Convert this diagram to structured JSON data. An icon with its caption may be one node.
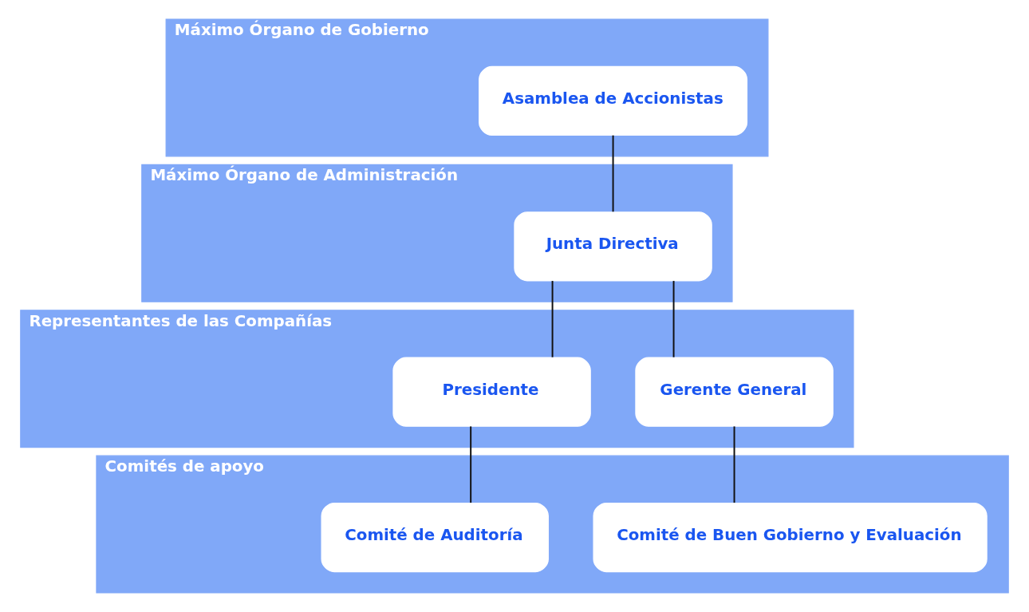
{
  "diagram": {
    "nodes": [
      {
        "text": [
          "Máximo Órgano de Gobierno"
        ]
      },
      {
        "text": [
          "Asamblea de Accionistas"
        ],
        "in": 0
      },
      {
        "text": [
          "Máximo Órgano de Administración"
        ]
      },
      {
        "text": [
          "Junta Directiva"
        ],
        "in": 2
      },
      {
        "text": [
          "Representantes de las Compañías"
        ]
      },
      {
        "text": [
          "Presidente"
        ],
        "in": 4
      },
      {
        "text": [
          "Gerente General"
        ],
        "in": 4
      },
      {
        "text": [
          "Comités de apoyo"
        ]
      },
      {
        "text": [
          "Comité de Auditoría"
        ],
        "in": 7
      },
      {
        "text": [
          "Comité de Buen Gobierno y Evaluación"
        ],
        "in": 7
      }
    ],
    "edges": [
      {
        "from": 1,
        "to": 3,
        "arrow": "none"
      },
      {
        "from": 3,
        "to": 5,
        "arrow": "none"
      },
      {
        "from": 3,
        "to": 6,
        "arrow": "none"
      },
      {
        "from": 5,
        "to": 8,
        "arrow": "none"
      },
      {
        "from": 6,
        "to": 9,
        "arrow": "none"
      }
    ]
  }
}
